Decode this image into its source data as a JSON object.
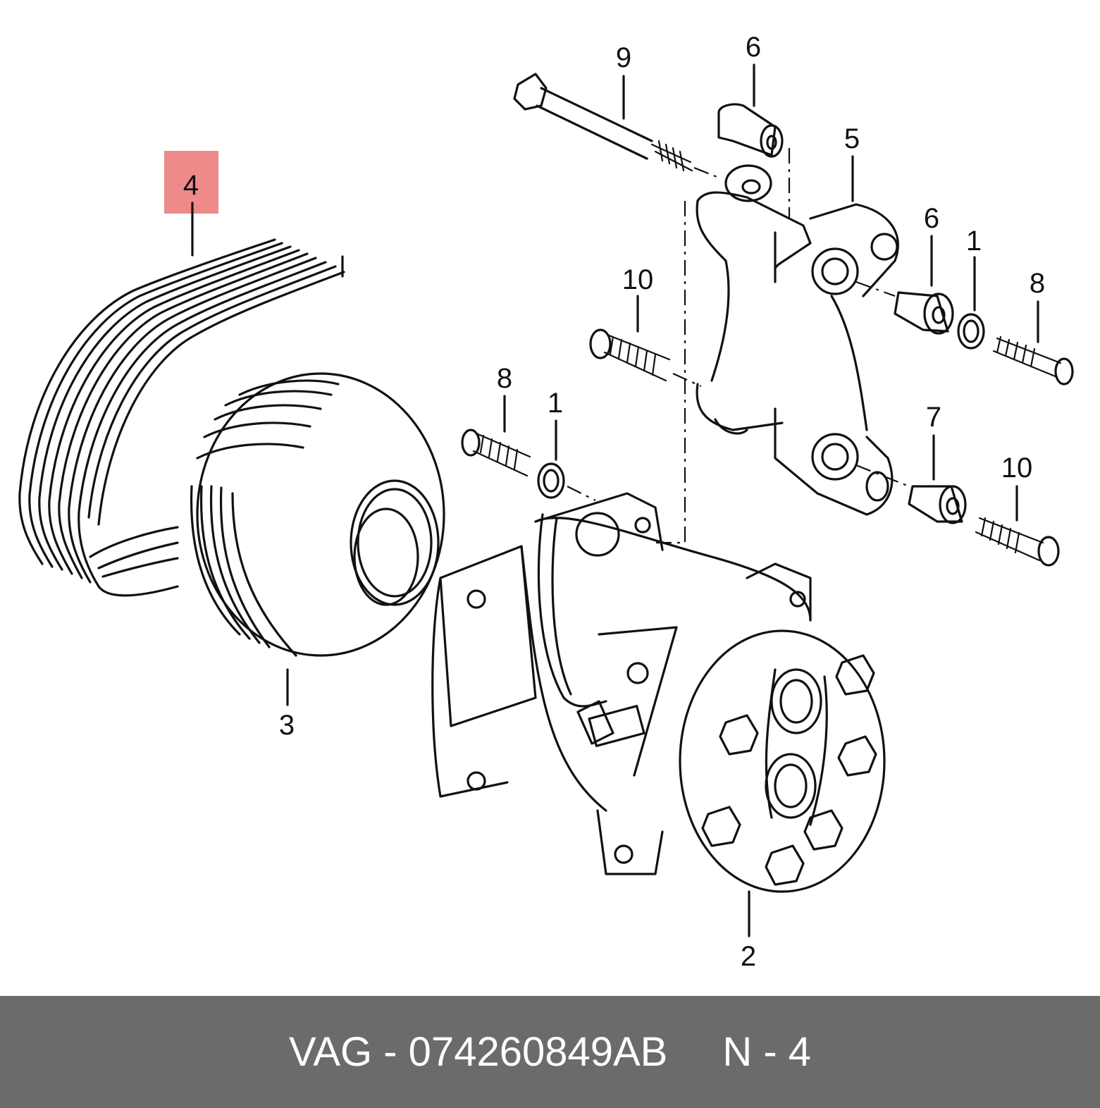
{
  "diagram": {
    "callouts": [
      {
        "id": "4",
        "text": "4",
        "highlighted": true
      },
      {
        "id": "9",
        "text": "9"
      },
      {
        "id": "6a",
        "text": "6"
      },
      {
        "id": "5",
        "text": "5"
      },
      {
        "id": "6b",
        "text": "6"
      },
      {
        "id": "1a",
        "text": "1"
      },
      {
        "id": "8a",
        "text": "8"
      },
      {
        "id": "10a",
        "text": "10"
      },
      {
        "id": "8b",
        "text": "8"
      },
      {
        "id": "1b",
        "text": "1"
      },
      {
        "id": "7",
        "text": "7"
      },
      {
        "id": "10b",
        "text": "10"
      },
      {
        "id": "3",
        "text": "3"
      },
      {
        "id": "2",
        "text": "2"
      }
    ],
    "highlight_color": "#ee8a8a"
  },
  "footer": {
    "part_label": "VAG - 074260849AB",
    "position_label": "N - 4",
    "background": "#6b6b6b"
  }
}
